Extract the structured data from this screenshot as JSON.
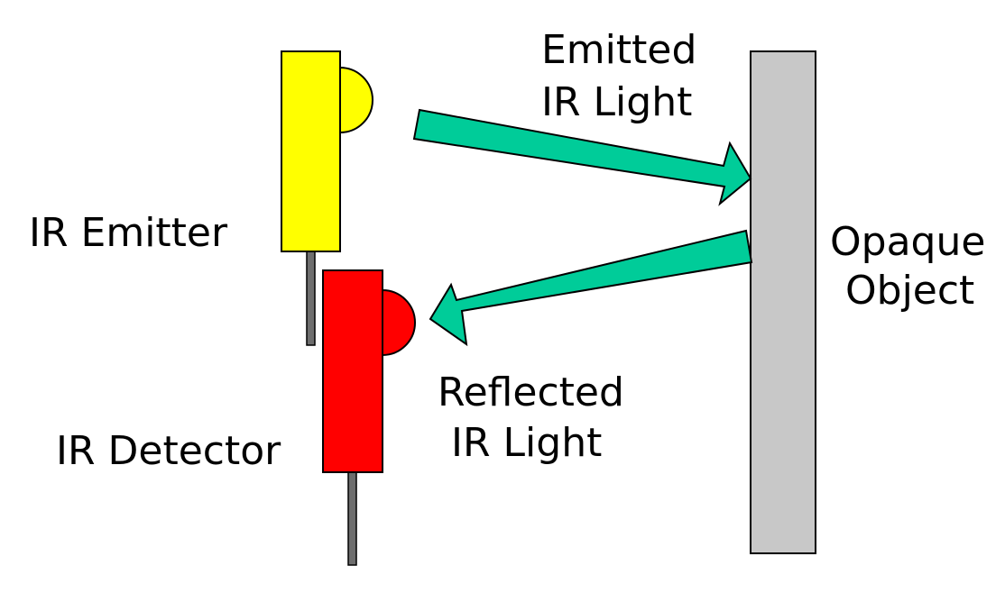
{
  "colors": {
    "background": "#ffffff",
    "emitter": "#ffff00",
    "detector": "#ff0000",
    "object": "#c8c8c8",
    "arrow": "#00cc99",
    "lead": "#6e6e6e",
    "outline": "#000000"
  },
  "labels": {
    "emitter": "IR Emitter",
    "detector": "IR Detector",
    "emitted_line1": "Emitted",
    "emitted_line2": "IR Light",
    "reflected_line1": "Reflected",
    "reflected_line2": "IR Light",
    "object_line1": "Opaque",
    "object_line2": "Object"
  }
}
